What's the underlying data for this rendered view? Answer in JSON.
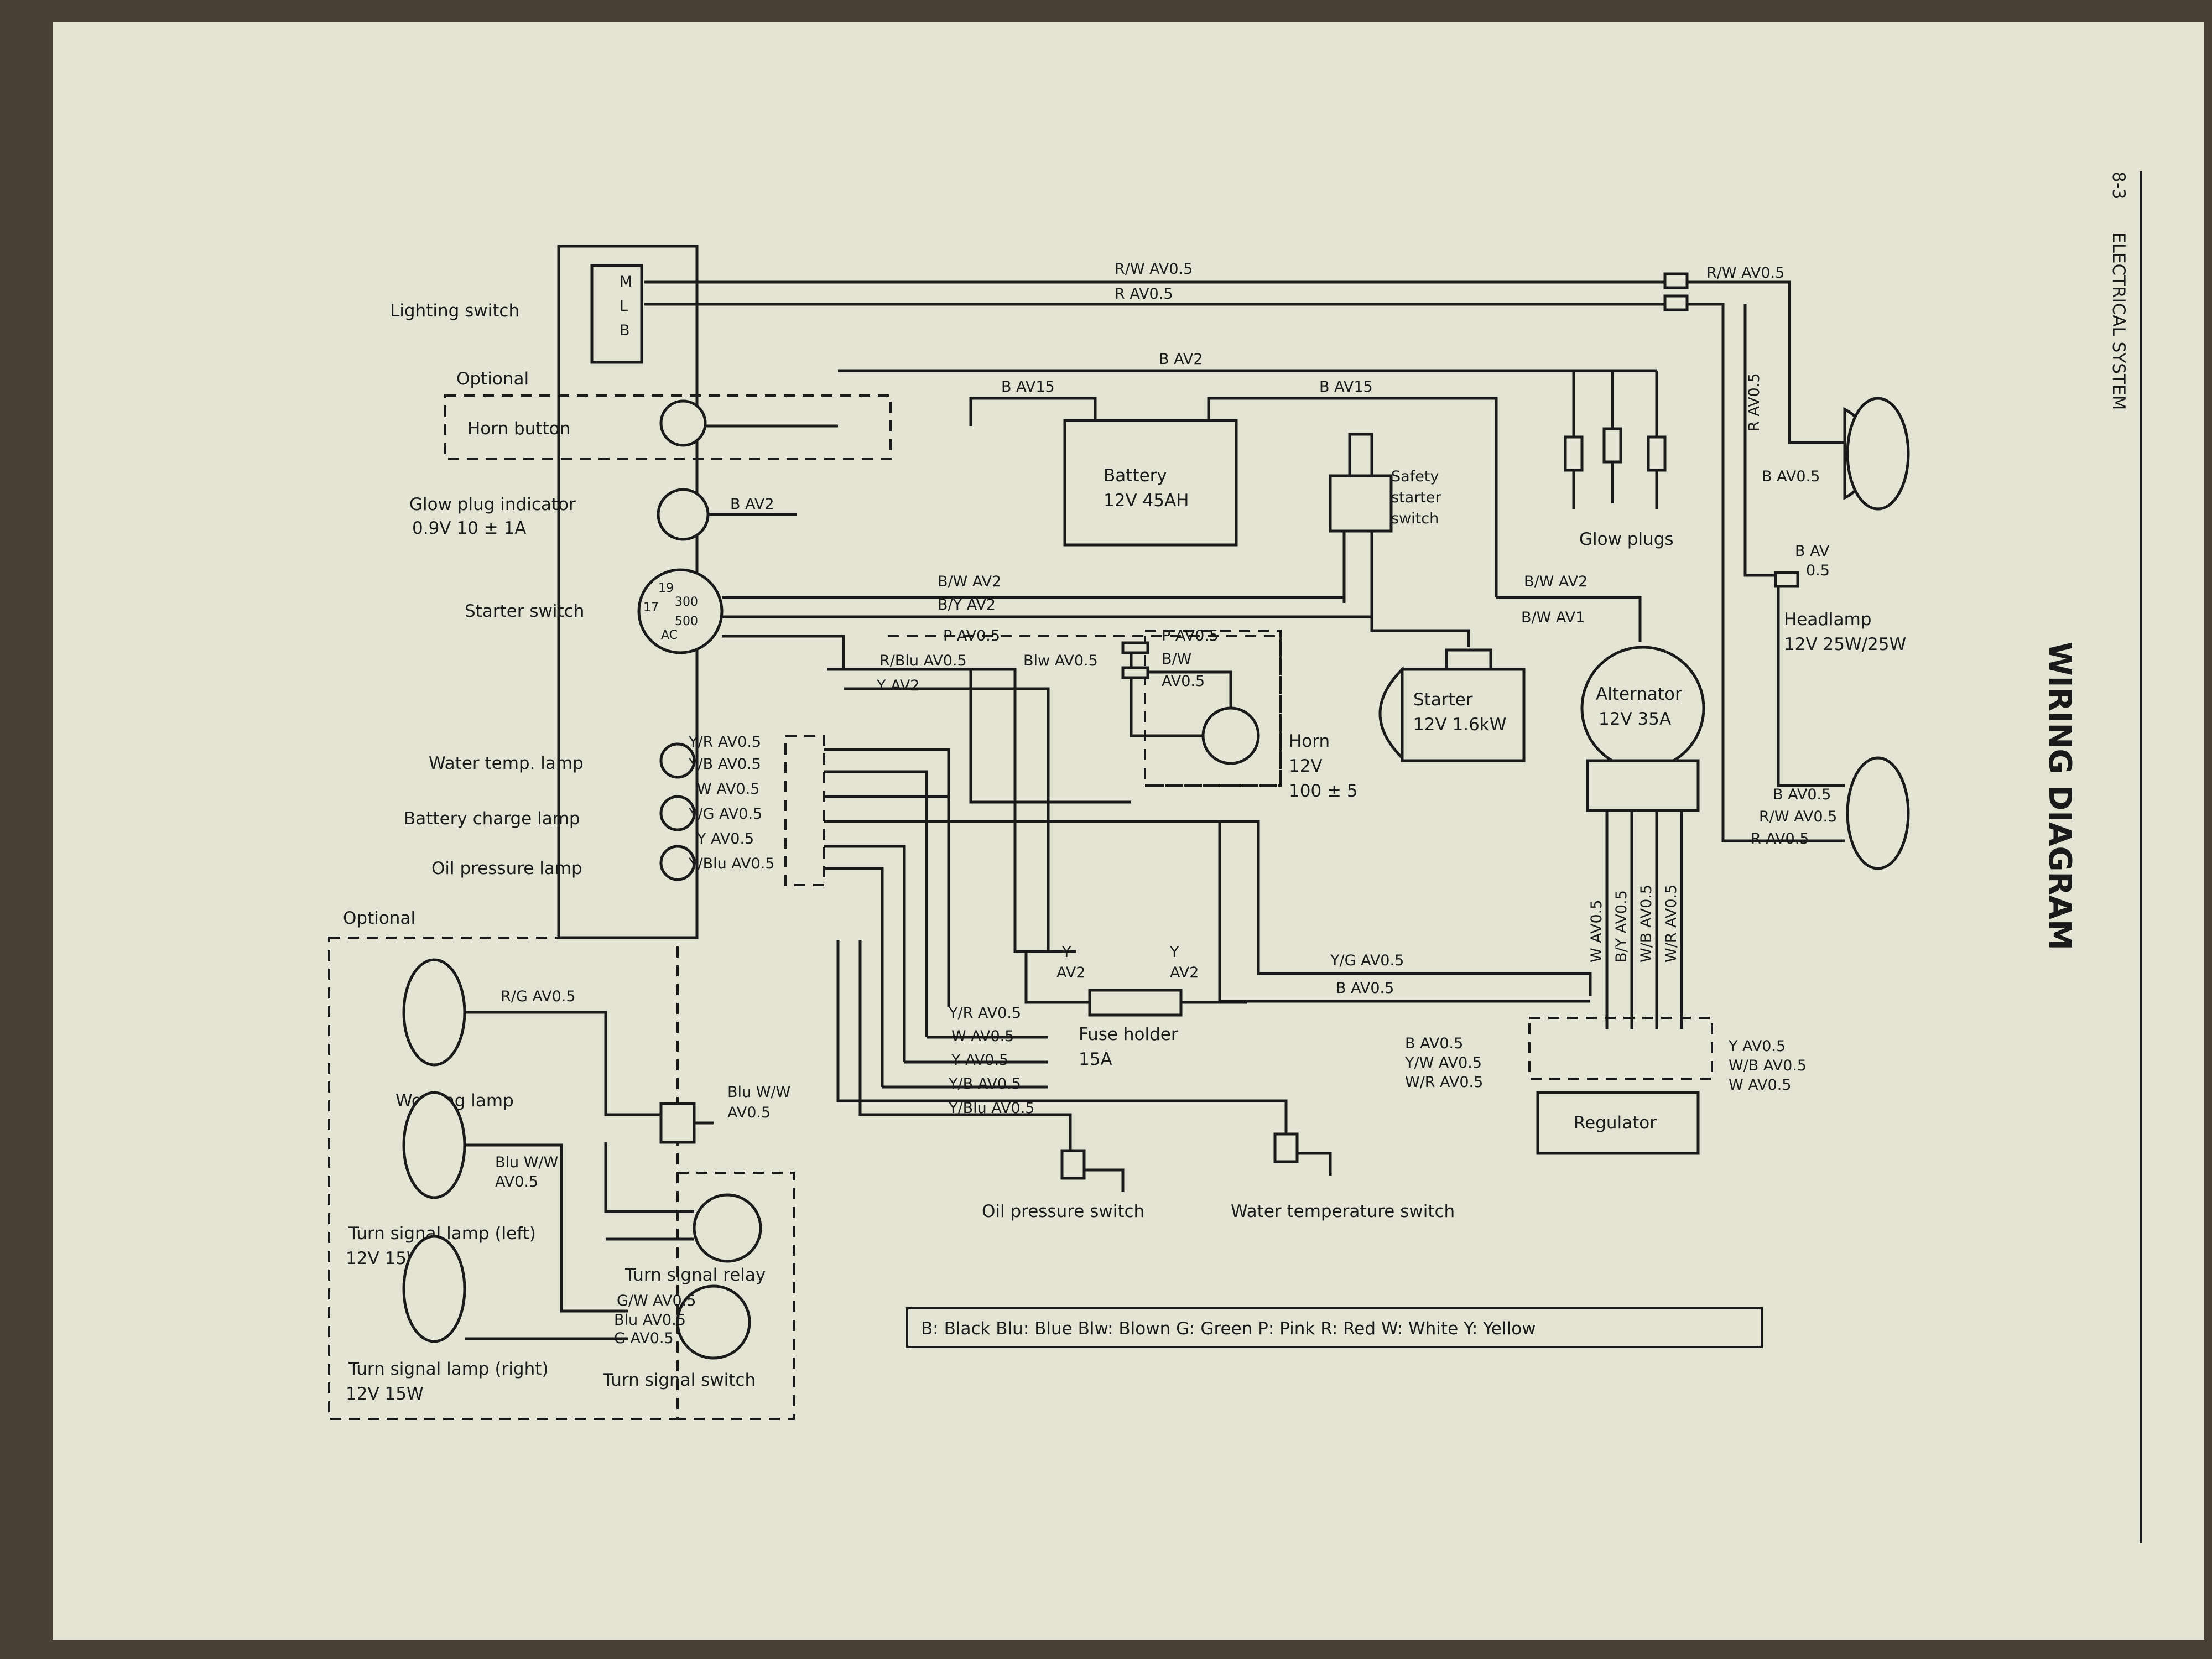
{
  "header": {
    "page_ref": "8-3",
    "section": "ELECTRICAL SYSTEM",
    "title": "WIRING DIAGRAM"
  },
  "components": {
    "lighting_switch": "Lighting switch",
    "lighting_terms": [
      "M",
      "L",
      "B"
    ],
    "optional_top": "Optional",
    "horn_button": "Horn button",
    "glow_indicator": "Glow plug indicator",
    "glow_indicator_spec": "0.9V  10 ± 1A",
    "starter_switch": "Starter switch",
    "starter_terms": [
      "19",
      "17",
      "300",
      "500",
      "AC"
    ],
    "water_temp_lamp": "Water temp. lamp",
    "battery_charge_lamp": "Battery charge lamp",
    "oil_pressure_lamp": "Oil pressure lamp",
    "battery": "Battery",
    "battery_spec": "12V 45AH",
    "safety_switch": [
      "Safety",
      "starter",
      "switch"
    ],
    "glow_plugs": "Glow plugs",
    "starter": "Starter",
    "starter_spec": "12V 1.6kW",
    "alternator": "Alternator",
    "alternator_spec": "12V 35A",
    "horn": [
      "Horn",
      "12V",
      "100 ± 5"
    ],
    "headlamp": "Headlamp",
    "headlamp_spec": "12V 25W/25W",
    "fuse_holder": "Fuse holder",
    "fuse_spec": "15A",
    "regulator": "Regulator",
    "oil_pressure_switch": "Oil pressure switch",
    "water_temp_switch": "Water temperature switch",
    "optional_bottom": "Optional",
    "working_lamp": "Working lamp",
    "turn_lamp_left": "Turn signal lamp (left)",
    "turn_lamp_left_spec": "12V 15W",
    "turn_lamp_right": "Turn signal lamp (right)",
    "turn_lamp_right_spec": "12V 15W",
    "turn_relay": "Turn signal relay",
    "turn_switch": "Turn signal switch"
  },
  "wires": {
    "rw_top": "R/W AV0.5",
    "r_top": "R AV0.5",
    "rw_head_top": "R/W AV0.5",
    "b_av2_top": "B AV2",
    "b_av15_left": "B AV15",
    "b_av15_right": "B AV15",
    "r_av05_vert": "R AV0.5",
    "b_av05_head": "B AV0.5",
    "b_av_mid": "B AV",
    "b_av_mid2": "0.5",
    "b_av2_glow": "B  AV2",
    "bw_av2_left": "B/W AV2",
    "by_av2": "B/Y AV2",
    "bw_av2_right": "B/W AV2",
    "bw_av1": "B/W AV1",
    "p_av05_left": "P AV0.5",
    "p_av05_right": "P AV0.5",
    "rblu_av05": "R/Blu AV0.5",
    "blw_av05": "Blw AV0.5",
    "bw_horn": "B/W",
    "av05_horn": "AV0.5",
    "y_av2_left": "Y AV2",
    "lamp_wires": [
      "Y/R AV0.5",
      "Y/B AV0.5",
      "W AV0.5",
      "Y/G AV0.5",
      "Y AV0.5",
      "Y/Blu AV0.5"
    ],
    "b_av05_lower": "B AV0.5",
    "rw_av05_lower": "R/W AV0.5",
    "r_av05_lower": "R AV0.5",
    "alt_vert": [
      "W AV0.5",
      "B/Y AV0.5",
      "W/B AV0.5",
      "W/R AV0.5"
    ],
    "y_fuse_left": [
      "Y",
      "AV2"
    ],
    "y_fuse_right": [
      "Y",
      "AV2"
    ],
    "yg_av05": "Y/G AV0.5",
    "b_av05_reg": "B AV0.5",
    "reg_left": [
      "B AV0.5",
      "Y/W AV0.5",
      "W/R AV0.5"
    ],
    "reg_right": [
      "Y AV0.5",
      "W/B AV0.5",
      "W AV0.5"
    ],
    "bottom_bus": [
      "Y/R AV0.5",
      "W AV0.5",
      "Y AV0.5",
      "Y/B AV0.5",
      "Y/Blu AV0.5"
    ],
    "rg_av05": "R/G AV0.5",
    "blu_ww_1": "Blu W/W",
    "blu_ww_2": "AV0.5",
    "blu_ww_3": "Blu W/W",
    "blu_ww_4": "AV0.5",
    "turn_switch_wires": [
      "G/W AV0.5",
      "Blu AV0.5",
      "G AV0.5"
    ]
  },
  "legend": "B: Black   Blu: Blue   Blw: Blown   G: Green   P: Pink   R: Red   W: White   Y: Yellow"
}
